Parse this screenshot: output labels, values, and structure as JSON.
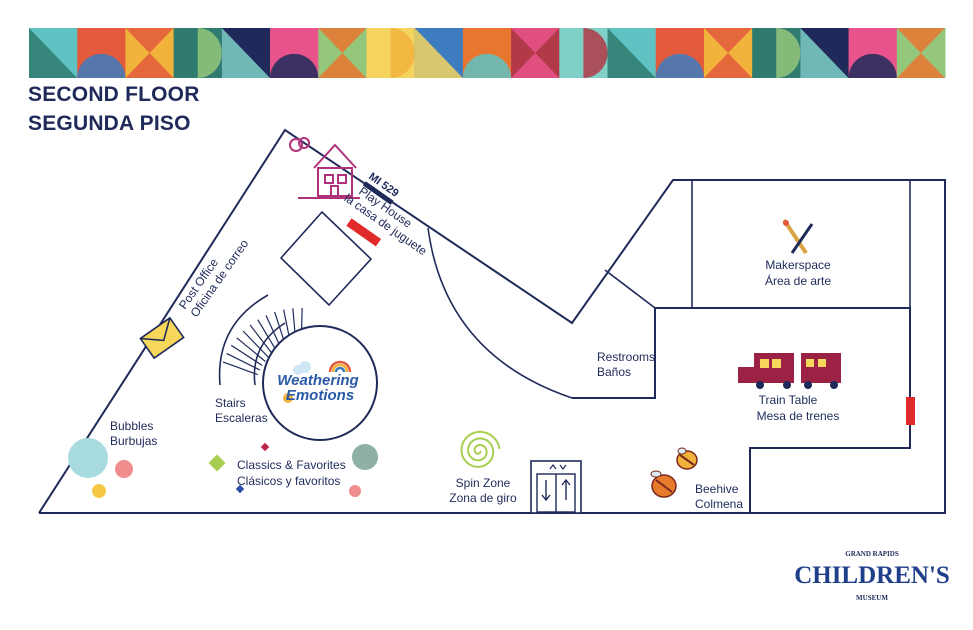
{
  "header": {
    "title_en": "SECOND FLOOR",
    "title_es": "SEGUNDA PISO"
  },
  "banner_colors": [
    "#5ec3c2",
    "#e35a3c",
    "#f2b33c",
    "#2f7b6f",
    "#1f2a5a",
    "#e9538b",
    "#94c77b",
    "#f4d35e",
    "#3d7dbf",
    "#e9762f",
    "#b23a48",
    "#7fd1c8"
  ],
  "areas": {
    "play_house": {
      "line1": "Play House",
      "line2": "la casa de juguete",
      "icon": "house-icon"
    },
    "mi529": {
      "label": "MI 529"
    },
    "post_office": {
      "line1": "Post Office",
      "line2": "Oficina de correo",
      "icon": "envelope-icon"
    },
    "stairs": {
      "line1": "Stairs",
      "line2": "Escaleras",
      "icon": "stairs-icon"
    },
    "weathering": {
      "line1": "Weathering",
      "line2": "Emotions",
      "icon": "rainbow-cloud-icon"
    },
    "bubbles": {
      "line1": "Bubbles",
      "line2": "Burbujas",
      "icon": "bubbles-icon"
    },
    "classics": {
      "line1": "Classics & Favorites",
      "line2": "Clásicos y favoritos"
    },
    "spin_zone": {
      "line1": "Spin Zone",
      "line2": "Zona de giro",
      "icon": "spiral-icon"
    },
    "elevator": {
      "icon": "elevator-icon"
    },
    "restrooms": {
      "line1": "Restrooms",
      "line2": "Baños"
    },
    "makerspace": {
      "line1": "Makerspace",
      "line2": "Área de arte",
      "icon": "tools-icon"
    },
    "train_table": {
      "line1": "Train Table",
      "line2": "Mesa de trenes",
      "icon": "train-icon"
    },
    "beehive": {
      "line1": "Beehive",
      "line2": "Colmena",
      "icon": "bee-icon"
    }
  },
  "logo": {
    "top": "GRAND RAPIDS",
    "main": "CHILDREN'S",
    "bottom": "MUSEUM"
  }
}
